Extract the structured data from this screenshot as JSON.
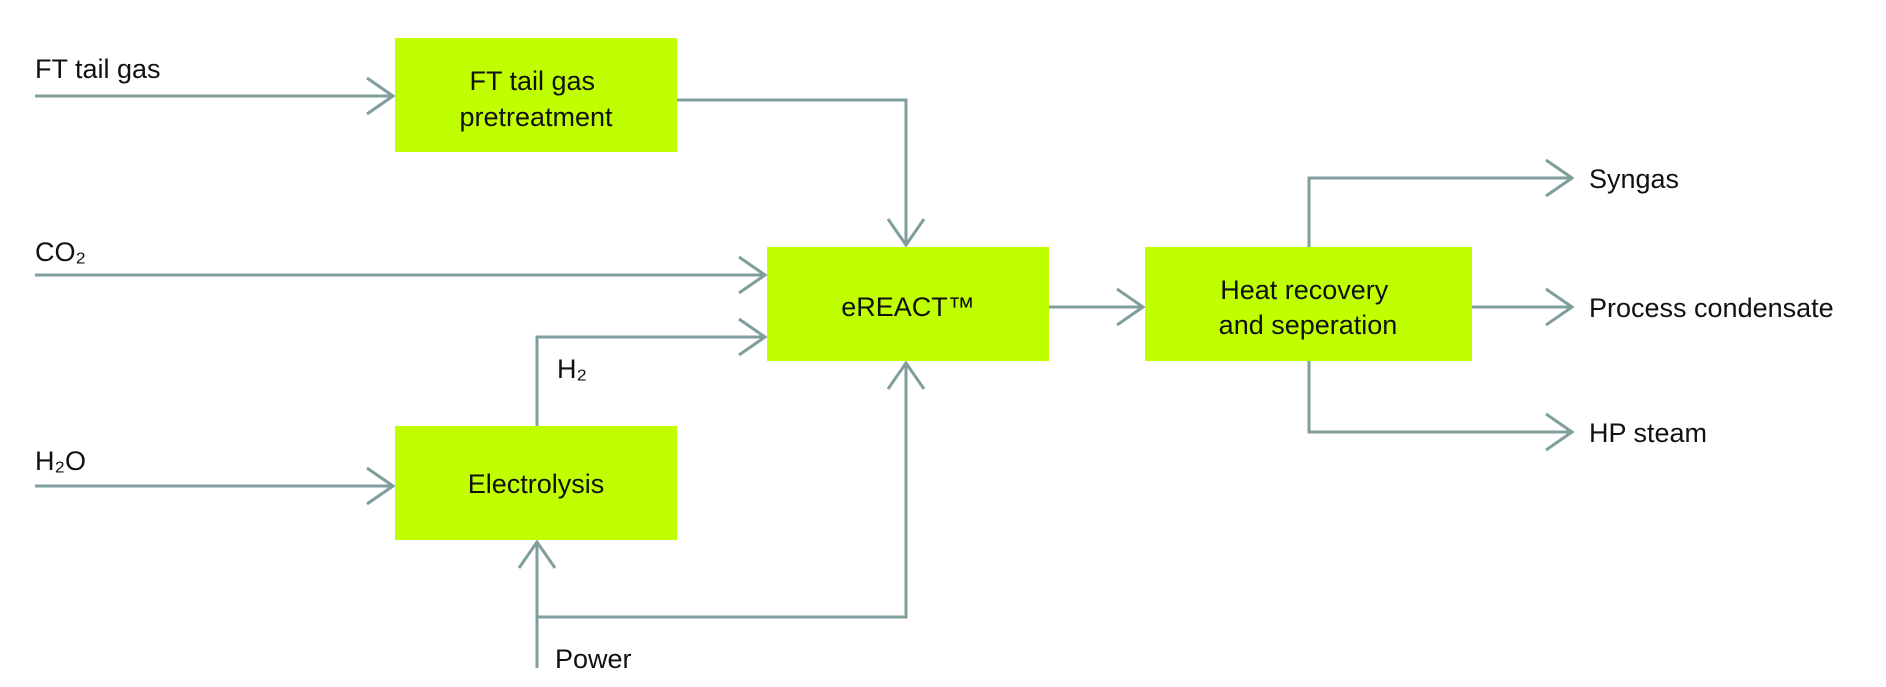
{
  "colors": {
    "box_fill": "#bfff00",
    "line": "#7f9e9c",
    "text": "#111111"
  },
  "inputs": {
    "ft_tail_gas": "FT tail gas",
    "co2": "CO₂",
    "h2o": "H₂O",
    "h2": "H₂",
    "power": "Power"
  },
  "boxes": {
    "pretreatment": [
      "FT tail gas",
      "pretreatment"
    ],
    "electrolysis": [
      "Electrolysis"
    ],
    "ereact": [
      "eREACT™"
    ],
    "heat_recovery": [
      "Heat recovery",
      "and seperation"
    ]
  },
  "outputs": {
    "syngas": "Syngas",
    "condensate": "Process condensate",
    "hp_steam": "HP steam"
  }
}
